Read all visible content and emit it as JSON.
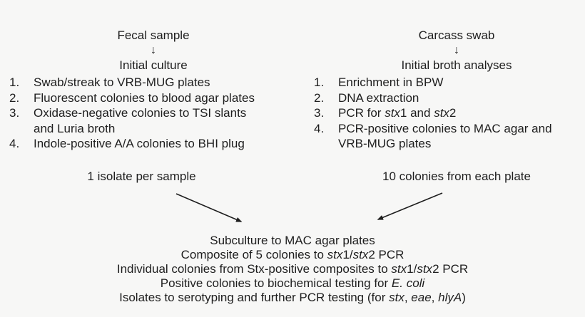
{
  "page": {
    "background_color": "#f7f7f6",
    "text_color": "#1e1e1e",
    "arrow_color": "#1e1e1e"
  },
  "left_branch": {
    "title": "Fecal sample",
    "down_arrow": "↓",
    "subtitle": "Initial culture",
    "items": [
      {
        "number": "1.",
        "segments": [
          {
            "t": "Swab/streak to VRB-MUG plates"
          }
        ]
      },
      {
        "number": "2.",
        "segments": [
          {
            "t": "Fluorescent colonies to blood agar plates"
          }
        ]
      },
      {
        "number": "3.",
        "segments": [
          {
            "t": "Oxidase-negative colonies to TSI slants\nand Luria broth"
          }
        ]
      },
      {
        "number": "4.",
        "segments": [
          {
            "t": "Indole-positive A/A colonies to BHI plug"
          }
        ]
      }
    ],
    "outcome": "1 isolate per sample"
  },
  "right_branch": {
    "title": "Carcass swab",
    "down_arrow": "↓",
    "subtitle": "Initial broth analyses",
    "items": [
      {
        "number": "1.",
        "segments": [
          {
            "t": "Enrichment in BPW"
          }
        ]
      },
      {
        "number": "2.",
        "segments": [
          {
            "t": "DNA extraction"
          }
        ]
      },
      {
        "number": "3.",
        "segments": [
          {
            "t": "PCR for "
          },
          {
            "t": "stx",
            "i": true
          },
          {
            "t": "1 and "
          },
          {
            "t": "stx",
            "i": true
          },
          {
            "t": "2"
          }
        ]
      },
      {
        "number": "4.",
        "segments": [
          {
            "t": "PCR-positive colonies to MAC agar and\nVRB-MUG plates"
          }
        ]
      }
    ],
    "outcome": "10 colonies from each plate"
  },
  "final_block": {
    "lines": [
      {
        "segments": [
          {
            "t": "Subculture to MAC agar plates"
          }
        ]
      },
      {
        "segments": [
          {
            "t": "Composite of 5 colonies to "
          },
          {
            "t": "stx",
            "i": true
          },
          {
            "t": "1/"
          },
          {
            "t": "stx",
            "i": true
          },
          {
            "t": "2 PCR"
          }
        ]
      },
      {
        "segments": [
          {
            "t": "Individual colonies from Stx-positive composites to "
          },
          {
            "t": "stx",
            "i": true
          },
          {
            "t": "1/"
          },
          {
            "t": "stx",
            "i": true
          },
          {
            "t": "2 PCR"
          }
        ]
      },
      {
        "segments": [
          {
            "t": "Positive colonies to biochemical testing for "
          },
          {
            "t": "E. coli",
            "i": true
          }
        ]
      },
      {
        "segments": [
          {
            "t": "Isolates to serotyping and further PCR testing (for "
          },
          {
            "t": "stx",
            "i": true
          },
          {
            "t": ", "
          },
          {
            "t": "eae",
            "i": true
          },
          {
            "t": ", "
          },
          {
            "t": "hlyA",
            "i": true
          },
          {
            "t": ")"
          }
        ]
      }
    ]
  }
}
